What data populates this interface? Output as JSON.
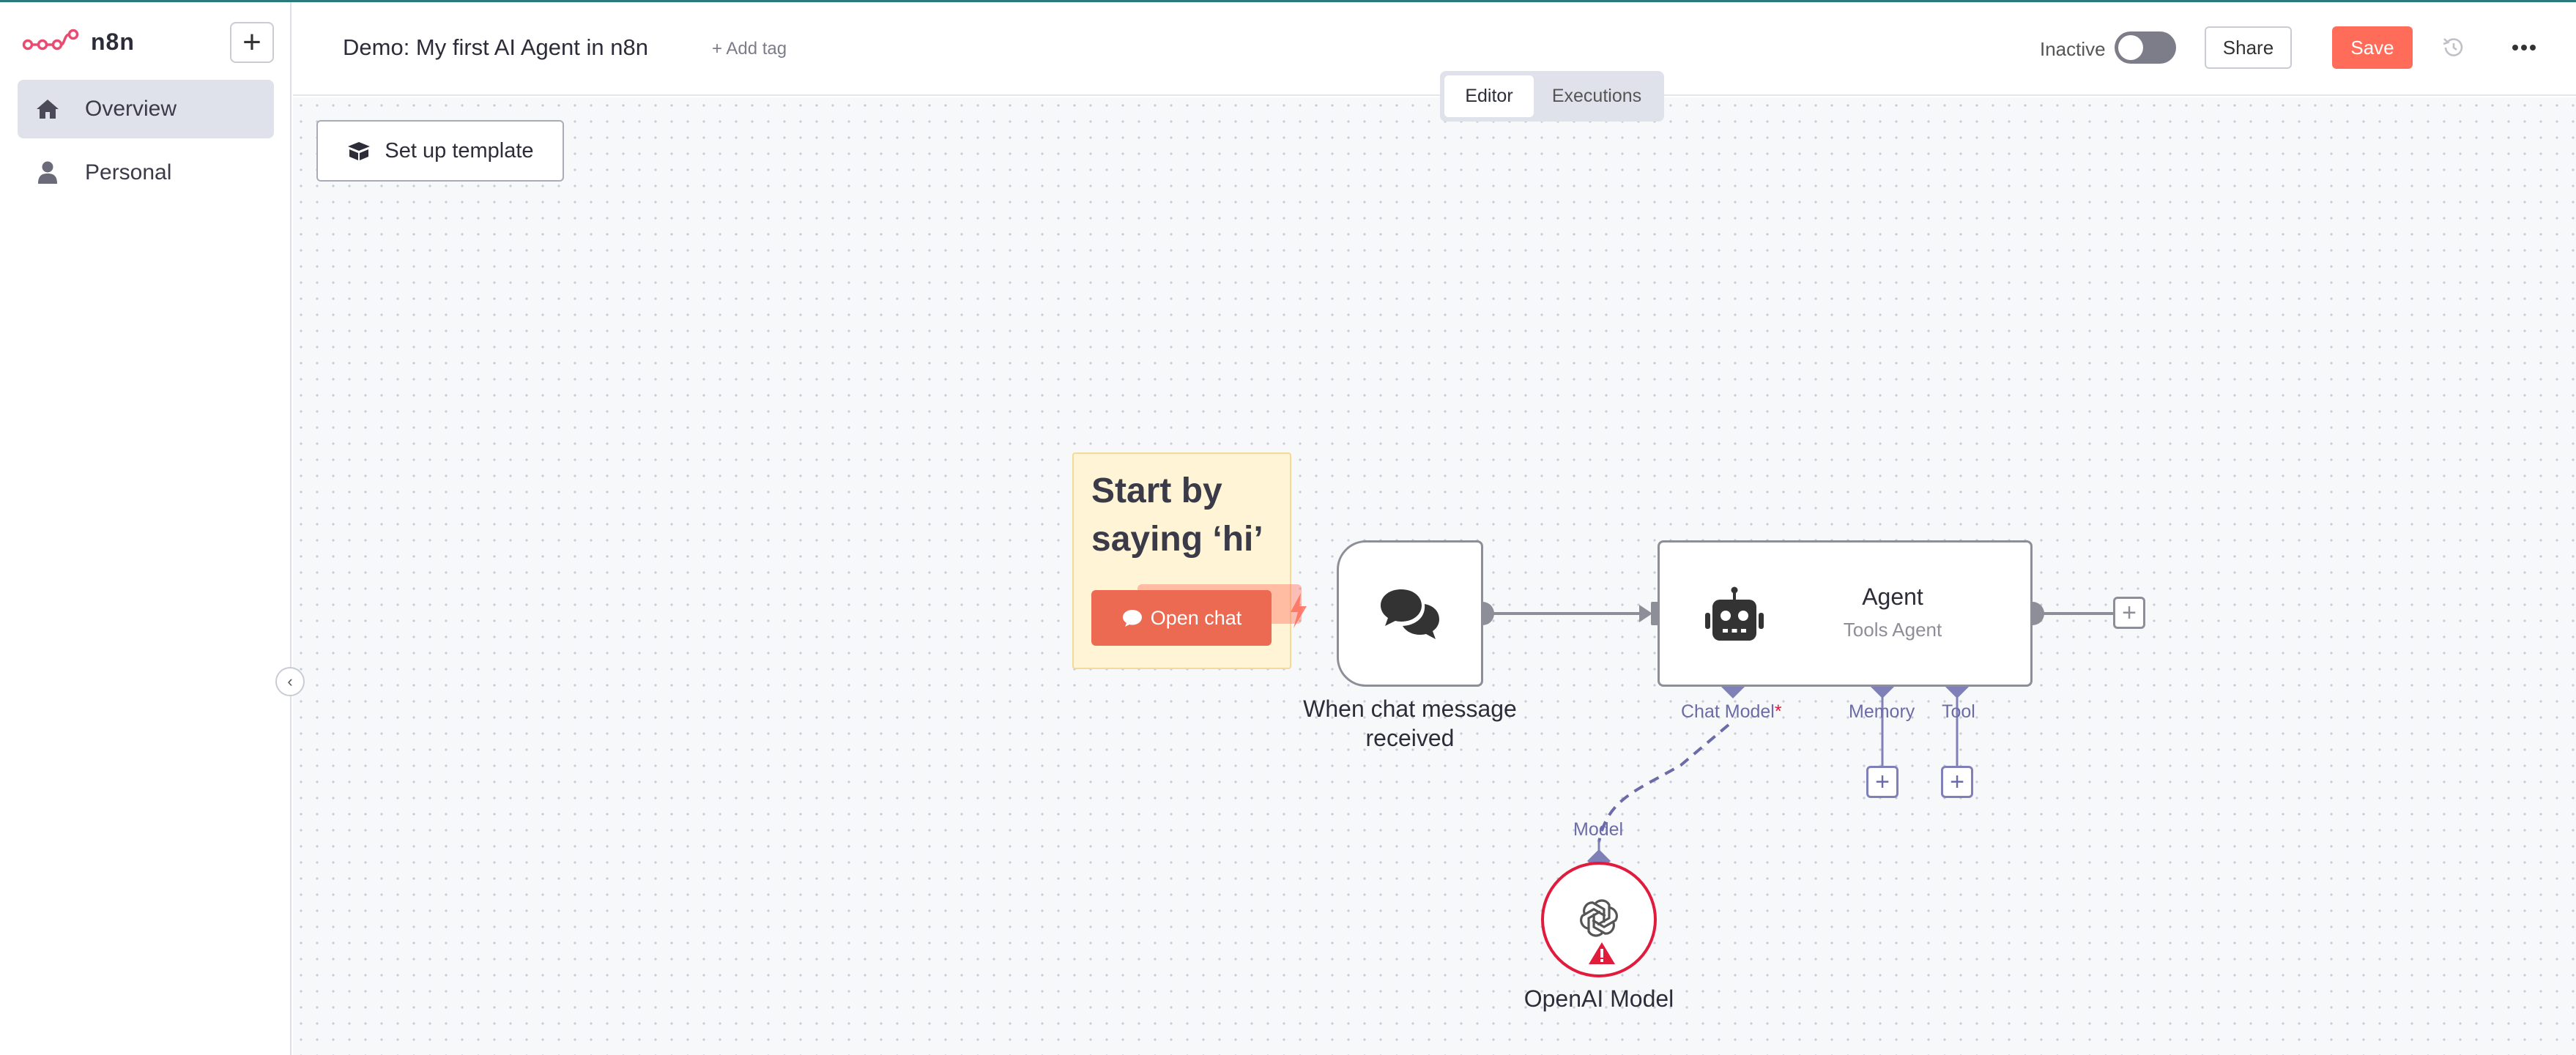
{
  "app": {
    "brand": "n8n"
  },
  "sidebar": {
    "items": [
      {
        "label": "Overview",
        "icon": "home-icon",
        "active": true
      },
      {
        "label": "Personal",
        "icon": "user-icon",
        "active": false
      }
    ]
  },
  "header": {
    "workflow_title": "Demo: My first AI Agent in n8n",
    "add_tag": "+ Add tag",
    "status_label": "Inactive",
    "share_label": "Share",
    "save_label": "Save",
    "tabs": [
      {
        "label": "Editor",
        "active": true
      },
      {
        "label": "Executions",
        "active": false
      }
    ]
  },
  "canvas": {
    "setup_template_label": "Set up template",
    "sticky_note": {
      "text": "Start by saying ‘hi’",
      "button_label": "Open chat",
      "ghost_label": "Open chat"
    },
    "nodes": {
      "trigger": {
        "label": "When chat message received"
      },
      "agent": {
        "title": "Agent",
        "subtitle": "Tools Agent"
      },
      "openai": {
        "label": "OpenAI Model"
      }
    },
    "agent_inputs": {
      "chat_model": "Chat Model",
      "required_marker": "*",
      "memory": "Memory",
      "tool": "Tool"
    },
    "model_output_label": "Model"
  },
  "colors": {
    "accent": "#ff6d5a",
    "sub_connector": "#8080b8",
    "error": "#e01b3c",
    "sticky": "#fff5d6"
  }
}
